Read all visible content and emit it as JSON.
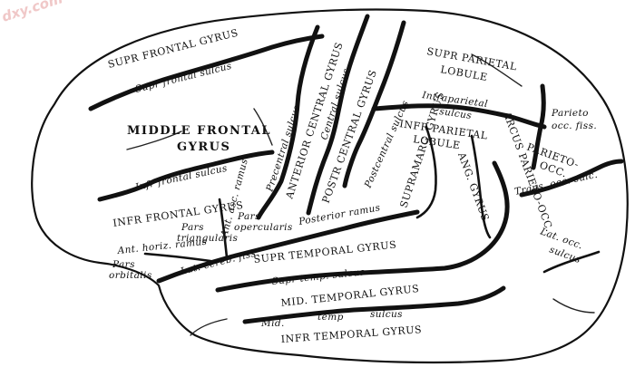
{
  "watermark": "dxy.com",
  "labels": {
    "sup_frontal_gyrus": "SUPR FRONTAL GYRUS",
    "sup_frontal_sulcus": "Supr frontal sulcus",
    "middle_frontal": "MIDDLE FRONTAL",
    "middle_frontal_gyrus": "GYRUS",
    "inf_frontal_sulcus": "Infr frontal sulcus",
    "inf_frontal_gyrus": "INFR FRONTAL GYRUS",
    "pars_triangularis_1": "Pars",
    "pars_triangularis_2": "triangularis",
    "ant_horiz_ramus": "Ant. horiz. ramus",
    "ant_asc_ramus": "Ant. asc. ramus",
    "pars_orbitalis_1": "Pars",
    "pars_orbitalis_2": "orbitalis",
    "pars_opercularis_1": "Pars",
    "pars_opercularis_2": "opercularis",
    "precentral_sulcus": "Precentral sulcus",
    "anterior_central_gyrus": "ANTERIOR CENTRAL GYRUS",
    "central_sulcus": "Central sulcus",
    "post_central_gyrus": "POSTR CENTRAL GYRUS",
    "postcentral_sulcus": "Postcentral sulcus",
    "sup_parietal_lobule_1": "SUPR PARIETAL",
    "sup_parietal_lobule_2": "LOBULE",
    "intraparietal_sulcus_1": "Intraparietal",
    "intraparietal_sulcus_2": "sulcus",
    "inf_parietal_lobule_1": "INFR PARIETAL",
    "inf_parietal_lobule_2": "LOBULE",
    "supramarg_gyrus": "SUPRAMARG. GYRUS",
    "ang_gyrus": "ANG. GYRUS",
    "arcus_parieto_occ": "ARCUS PARIETO-OCC.",
    "parieto_occ_fiss_1": "Parieto",
    "parieto_occ_fiss_2": "occ. fiss.",
    "trans_occ_sulc": "Trans. occ. sulc.",
    "lat_occ_sulcus_1": "Lat. occ.",
    "lat_occ_sulcus_2": "sulcus",
    "posterior_ramus": "Posterior ramus",
    "lat_cereb_fiss": "Lat. cereb. fiss.",
    "sup_temporal_gyrus": "SUPR TEMPORAL GYRUS",
    "sup_temp_sulcus": "Supr temp. sulcus",
    "mid_temporal_gyrus": "MID. TEMPORAL GYRUS",
    "mid_temp_sulcus_1": "Mid.",
    "mid_temp_sulcus_2": "temp",
    "mid_temp_sulcus_3": "sulcus",
    "inf_temporal_gyrus": "INFR TEMPORAL GYRUS"
  }
}
